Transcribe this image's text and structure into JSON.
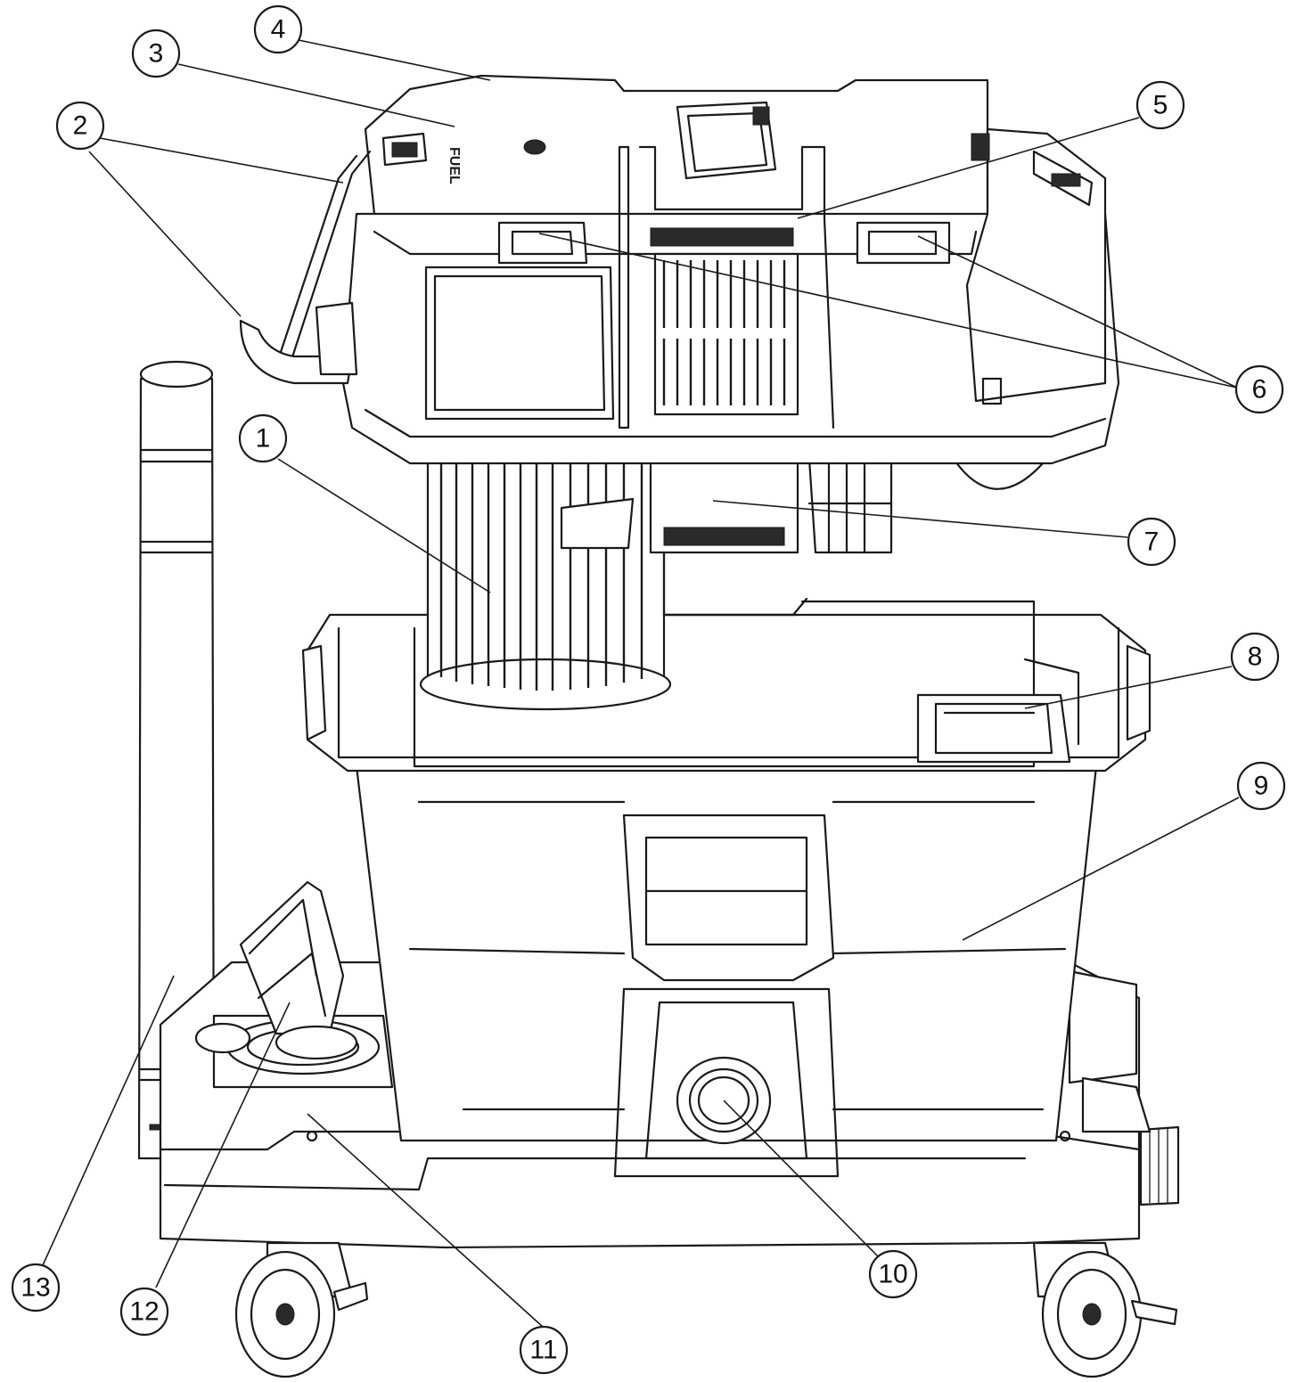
{
  "callouts": [
    {
      "label": "1"
    },
    {
      "label": "2"
    },
    {
      "label": "3"
    },
    {
      "label": "4"
    },
    {
      "label": "5"
    },
    {
      "label": "6"
    },
    {
      "label": "7"
    },
    {
      "label": "8"
    },
    {
      "label": "9"
    },
    {
      "label": "10"
    },
    {
      "label": "11"
    },
    {
      "label": "12"
    },
    {
      "label": "13"
    }
  ],
  "logo_text": "FUEL"
}
